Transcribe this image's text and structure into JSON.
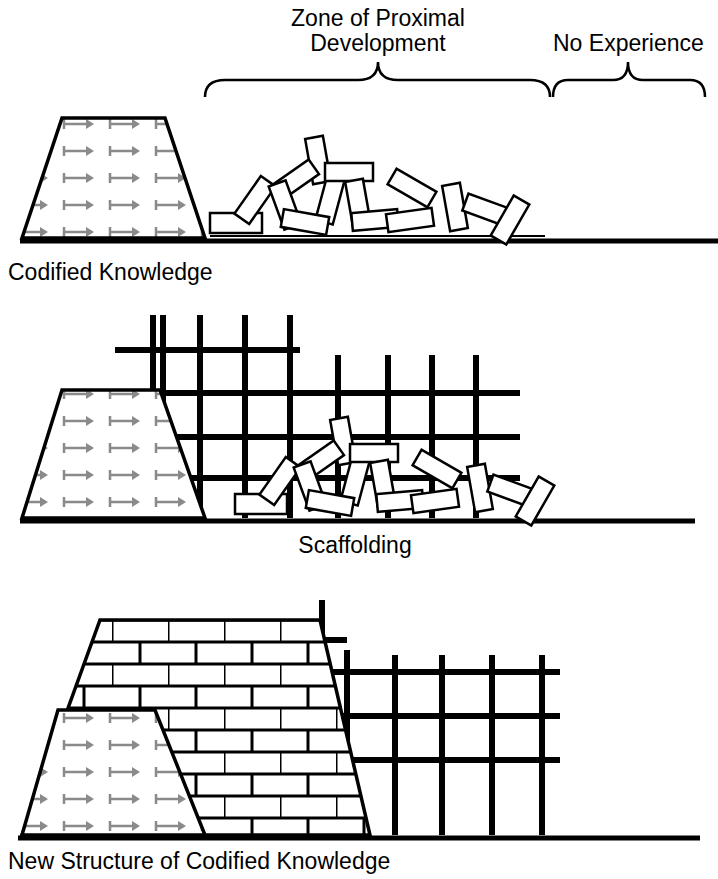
{
  "diagram": {
    "labels": [
      "Zone of Proximal Development",
      "No Experience",
      "Codified Knowledge",
      "Scaffolding",
      "New Structure of Codified Knowledge"
    ]
  }
}
